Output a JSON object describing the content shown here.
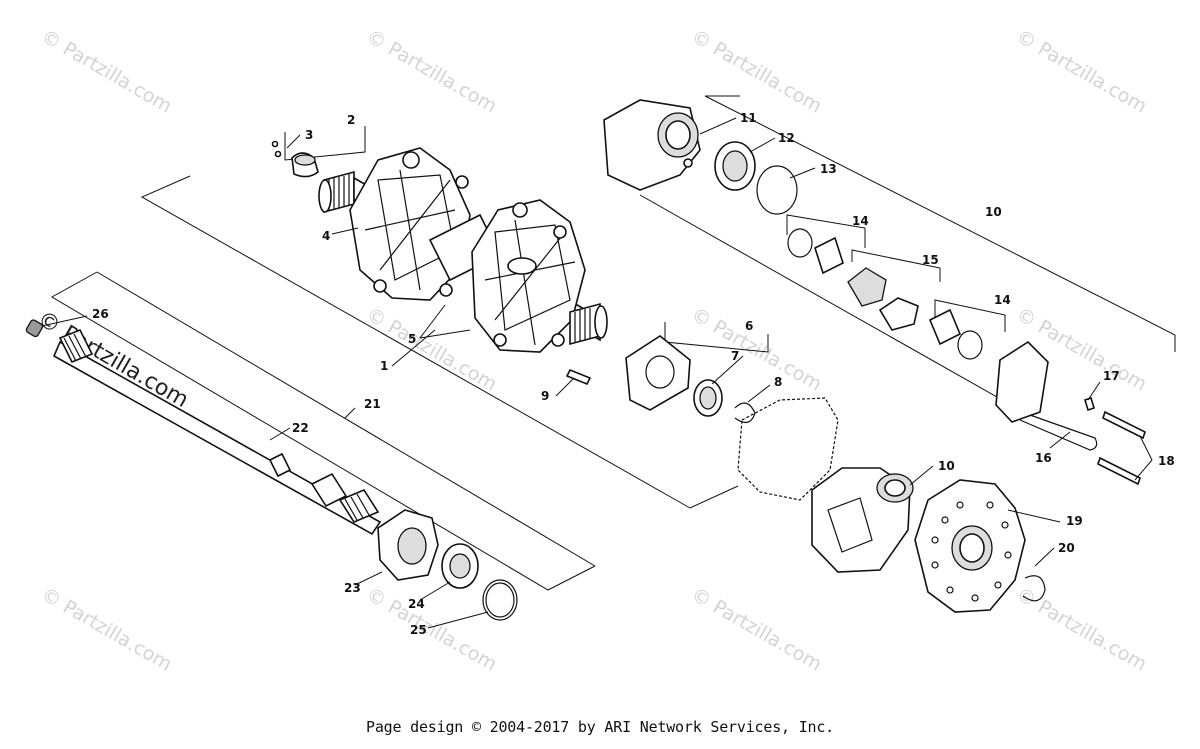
{
  "watermark": {
    "text": "© Partzilla.com",
    "prominent_text": "© Partzilla.com"
  },
  "callouts": [
    "1",
    "2",
    "3",
    "4",
    "5",
    "6",
    "7",
    "8",
    "9",
    "10",
    "10",
    "11",
    "12",
    "13",
    "14",
    "14",
    "15",
    "16",
    "17",
    "18",
    "19",
    "20",
    "21",
    "22",
    "23",
    "24",
    "25",
    "26"
  ],
  "footer": {
    "text": "Page design © 2004-2017 by ARI Network Services, Inc."
  }
}
